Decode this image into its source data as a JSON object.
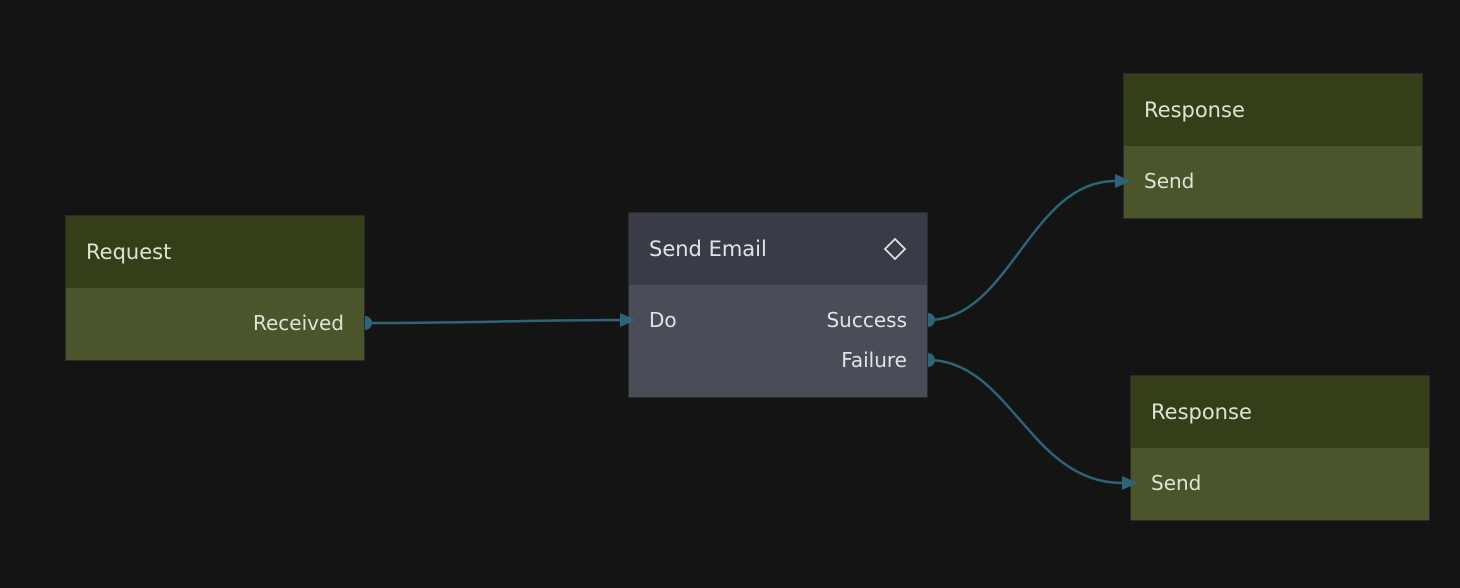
{
  "colors": {
    "background": "#141414",
    "event_header": "#343f1a",
    "event_body": "#4a552c",
    "action_header": "#393c46",
    "action_body": "#4a4d57",
    "wire": "#2e6478"
  },
  "nodes": {
    "request": {
      "title": "Request",
      "outputs": [
        "Received"
      ]
    },
    "send_email": {
      "title": "Send Email",
      "icon": "diamond-icon",
      "inputs": [
        "Do"
      ],
      "outputs": [
        "Success",
        "Failure"
      ]
    },
    "response_1": {
      "title": "Response",
      "inputs": [
        "Send"
      ]
    },
    "response_2": {
      "title": "Response",
      "inputs": [
        "Send"
      ]
    }
  },
  "connections": [
    {
      "from": "Request.Received",
      "to": "Send Email.Do"
    },
    {
      "from": "Send Email.Success",
      "to": "Response.Send"
    },
    {
      "from": "Send Email.Failure",
      "to": "Response.Send"
    }
  ]
}
